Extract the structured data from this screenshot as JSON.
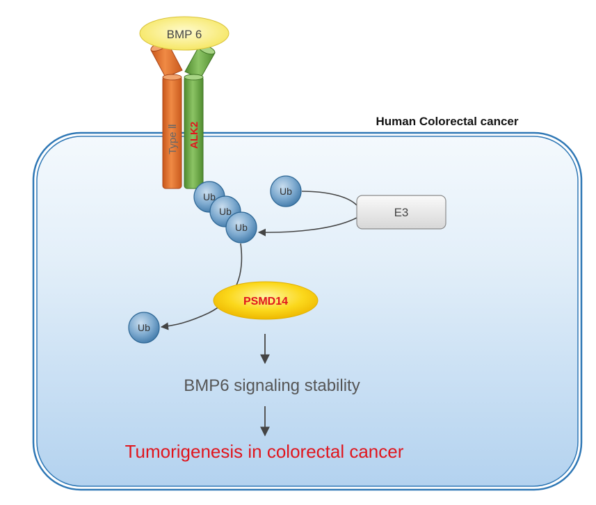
{
  "diagram": {
    "cell_title": "Human Colorectal cancer",
    "ligand": "BMP 6",
    "receptor_type2": "Type Ⅱ",
    "receptor_alk2": "ALK2",
    "ubiquitin_label": "Ub",
    "e3_label": "E3",
    "psmd14_label": "PSMD14",
    "outcome_1": "BMP6 signaling stability",
    "outcome_2": "Tumorigenesis in colorectal cancer",
    "colors": {
      "cell_fill_top": "#f4f9fd",
      "cell_fill_bottom": "#b6d4f0",
      "cell_border": "#2e77b5",
      "type2_receptor": "#e0742f",
      "alk2_receptor": "#72ad4c",
      "ligand_fill": "#fbef86",
      "ubiquitin": "#5b93bf",
      "psmd14_fill": "#fbd312",
      "alert_red": "#e0151d",
      "text_gray": "#555555"
    }
  }
}
